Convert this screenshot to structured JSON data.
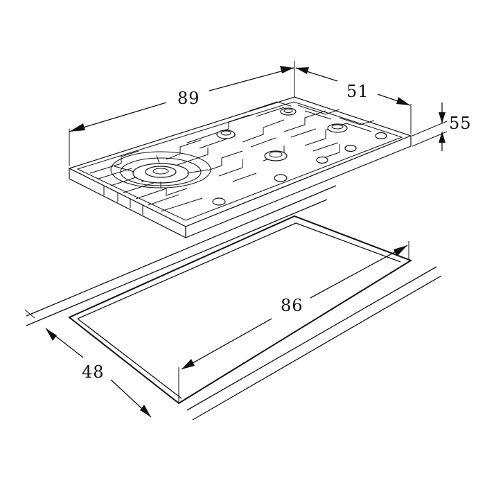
{
  "diagram": {
    "dimensions": {
      "width": "89",
      "depth": "51",
      "height": "55",
      "cutout_width": "86",
      "cutout_depth": "48"
    }
  }
}
